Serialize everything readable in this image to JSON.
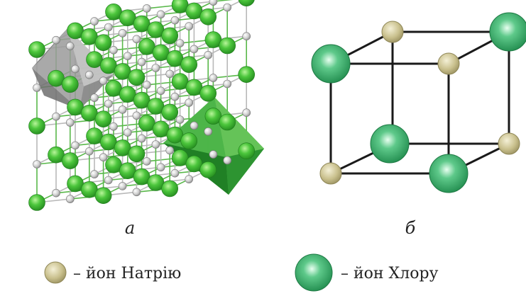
{
  "figure": {
    "panel_a_label": "а",
    "panel_b_label": "б"
  },
  "legend": {
    "sodium_text": "– йон Натрію",
    "chlorine_text": "– йон Хлору"
  },
  "colors": {
    "sodium": "#bfb783",
    "chlorine": "#2fa05a",
    "chlorine_light": "#48c24b",
    "octahedron_gray": "#8a8a8a",
    "octahedron_green": "#3aa83a",
    "edge": "#1a1a1a"
  }
}
